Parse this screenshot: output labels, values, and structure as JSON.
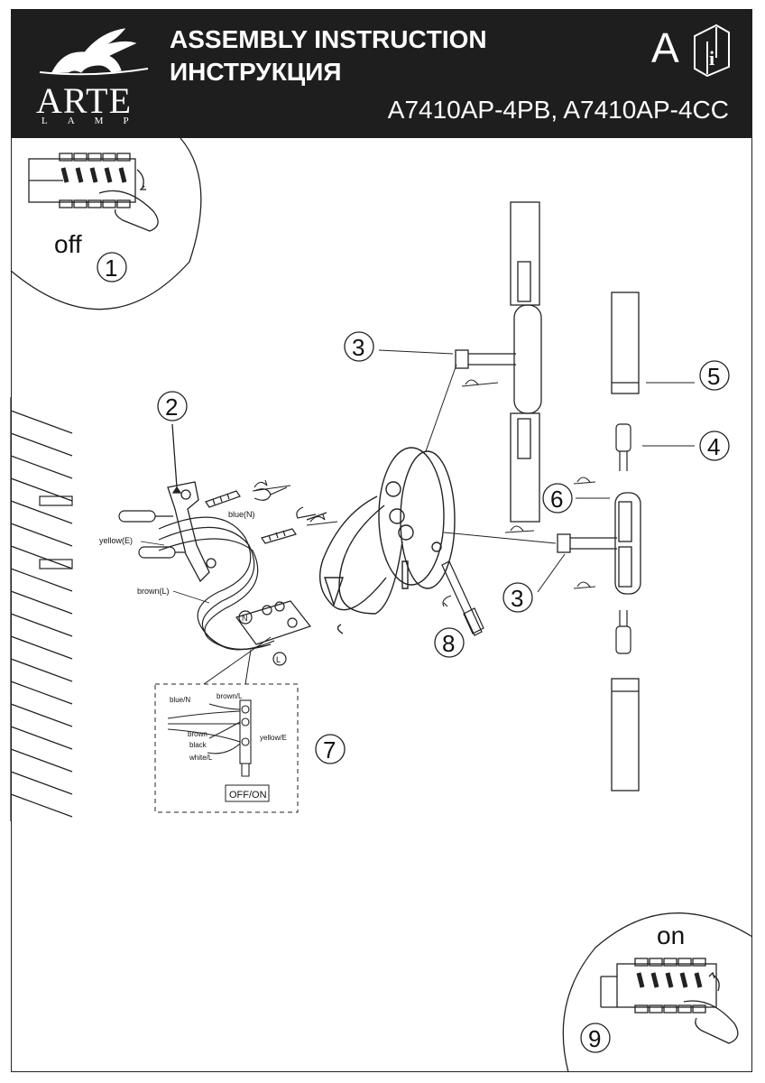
{
  "header": {
    "brand": "ARTE",
    "brand_sub": "LAMP",
    "title_en": "ASSEMBLY INSTRUCTION",
    "title_ru": "ИНСТРУКЦИЯ",
    "models": "A7410AP-4PB, A7410AP-4CC",
    "section_letter": "A",
    "info_icon": "info-book-icon"
  },
  "steps": {
    "s1": "1",
    "s2": "2",
    "s3a": "3",
    "s3b": "3",
    "s4": "4",
    "s5": "5",
    "s6": "6",
    "s7": "7",
    "s8": "8",
    "s9": "9"
  },
  "labels": {
    "off": "off",
    "on": "on",
    "blue_n": "blue(N)",
    "yellow_e": "yellow(E)",
    "brown_l": "brown(L)",
    "inset_blue": "blue/N",
    "inset_brown_top": "brown/L",
    "inset_yellow": "yellow/E",
    "inset_brown": "brown",
    "inset_black": "black",
    "inset_white": "white/L",
    "off_on": "OFF/ON",
    "terminal_n": "N",
    "terminal_l": "L"
  }
}
